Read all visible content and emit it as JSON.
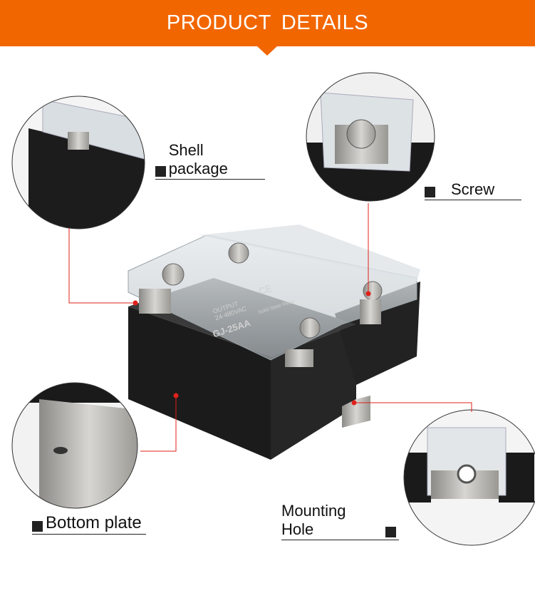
{
  "header": {
    "title": "PRODUCT  DETAILS"
  },
  "colors": {
    "accent": "#f26600",
    "callout_line": "#e0201a"
  },
  "callouts": [
    {
      "label": "Shell package"
    },
    {
      "label": "Screw"
    },
    {
      "label": "Bottom plate"
    },
    {
      "label": "Mounting Hole"
    }
  ],
  "product_markings": {
    "output": "OUTPUT",
    "voltage": "24-480VAC",
    "model": "GJ-25AA",
    "type": "Solid State Relay",
    "ce": "CE"
  }
}
